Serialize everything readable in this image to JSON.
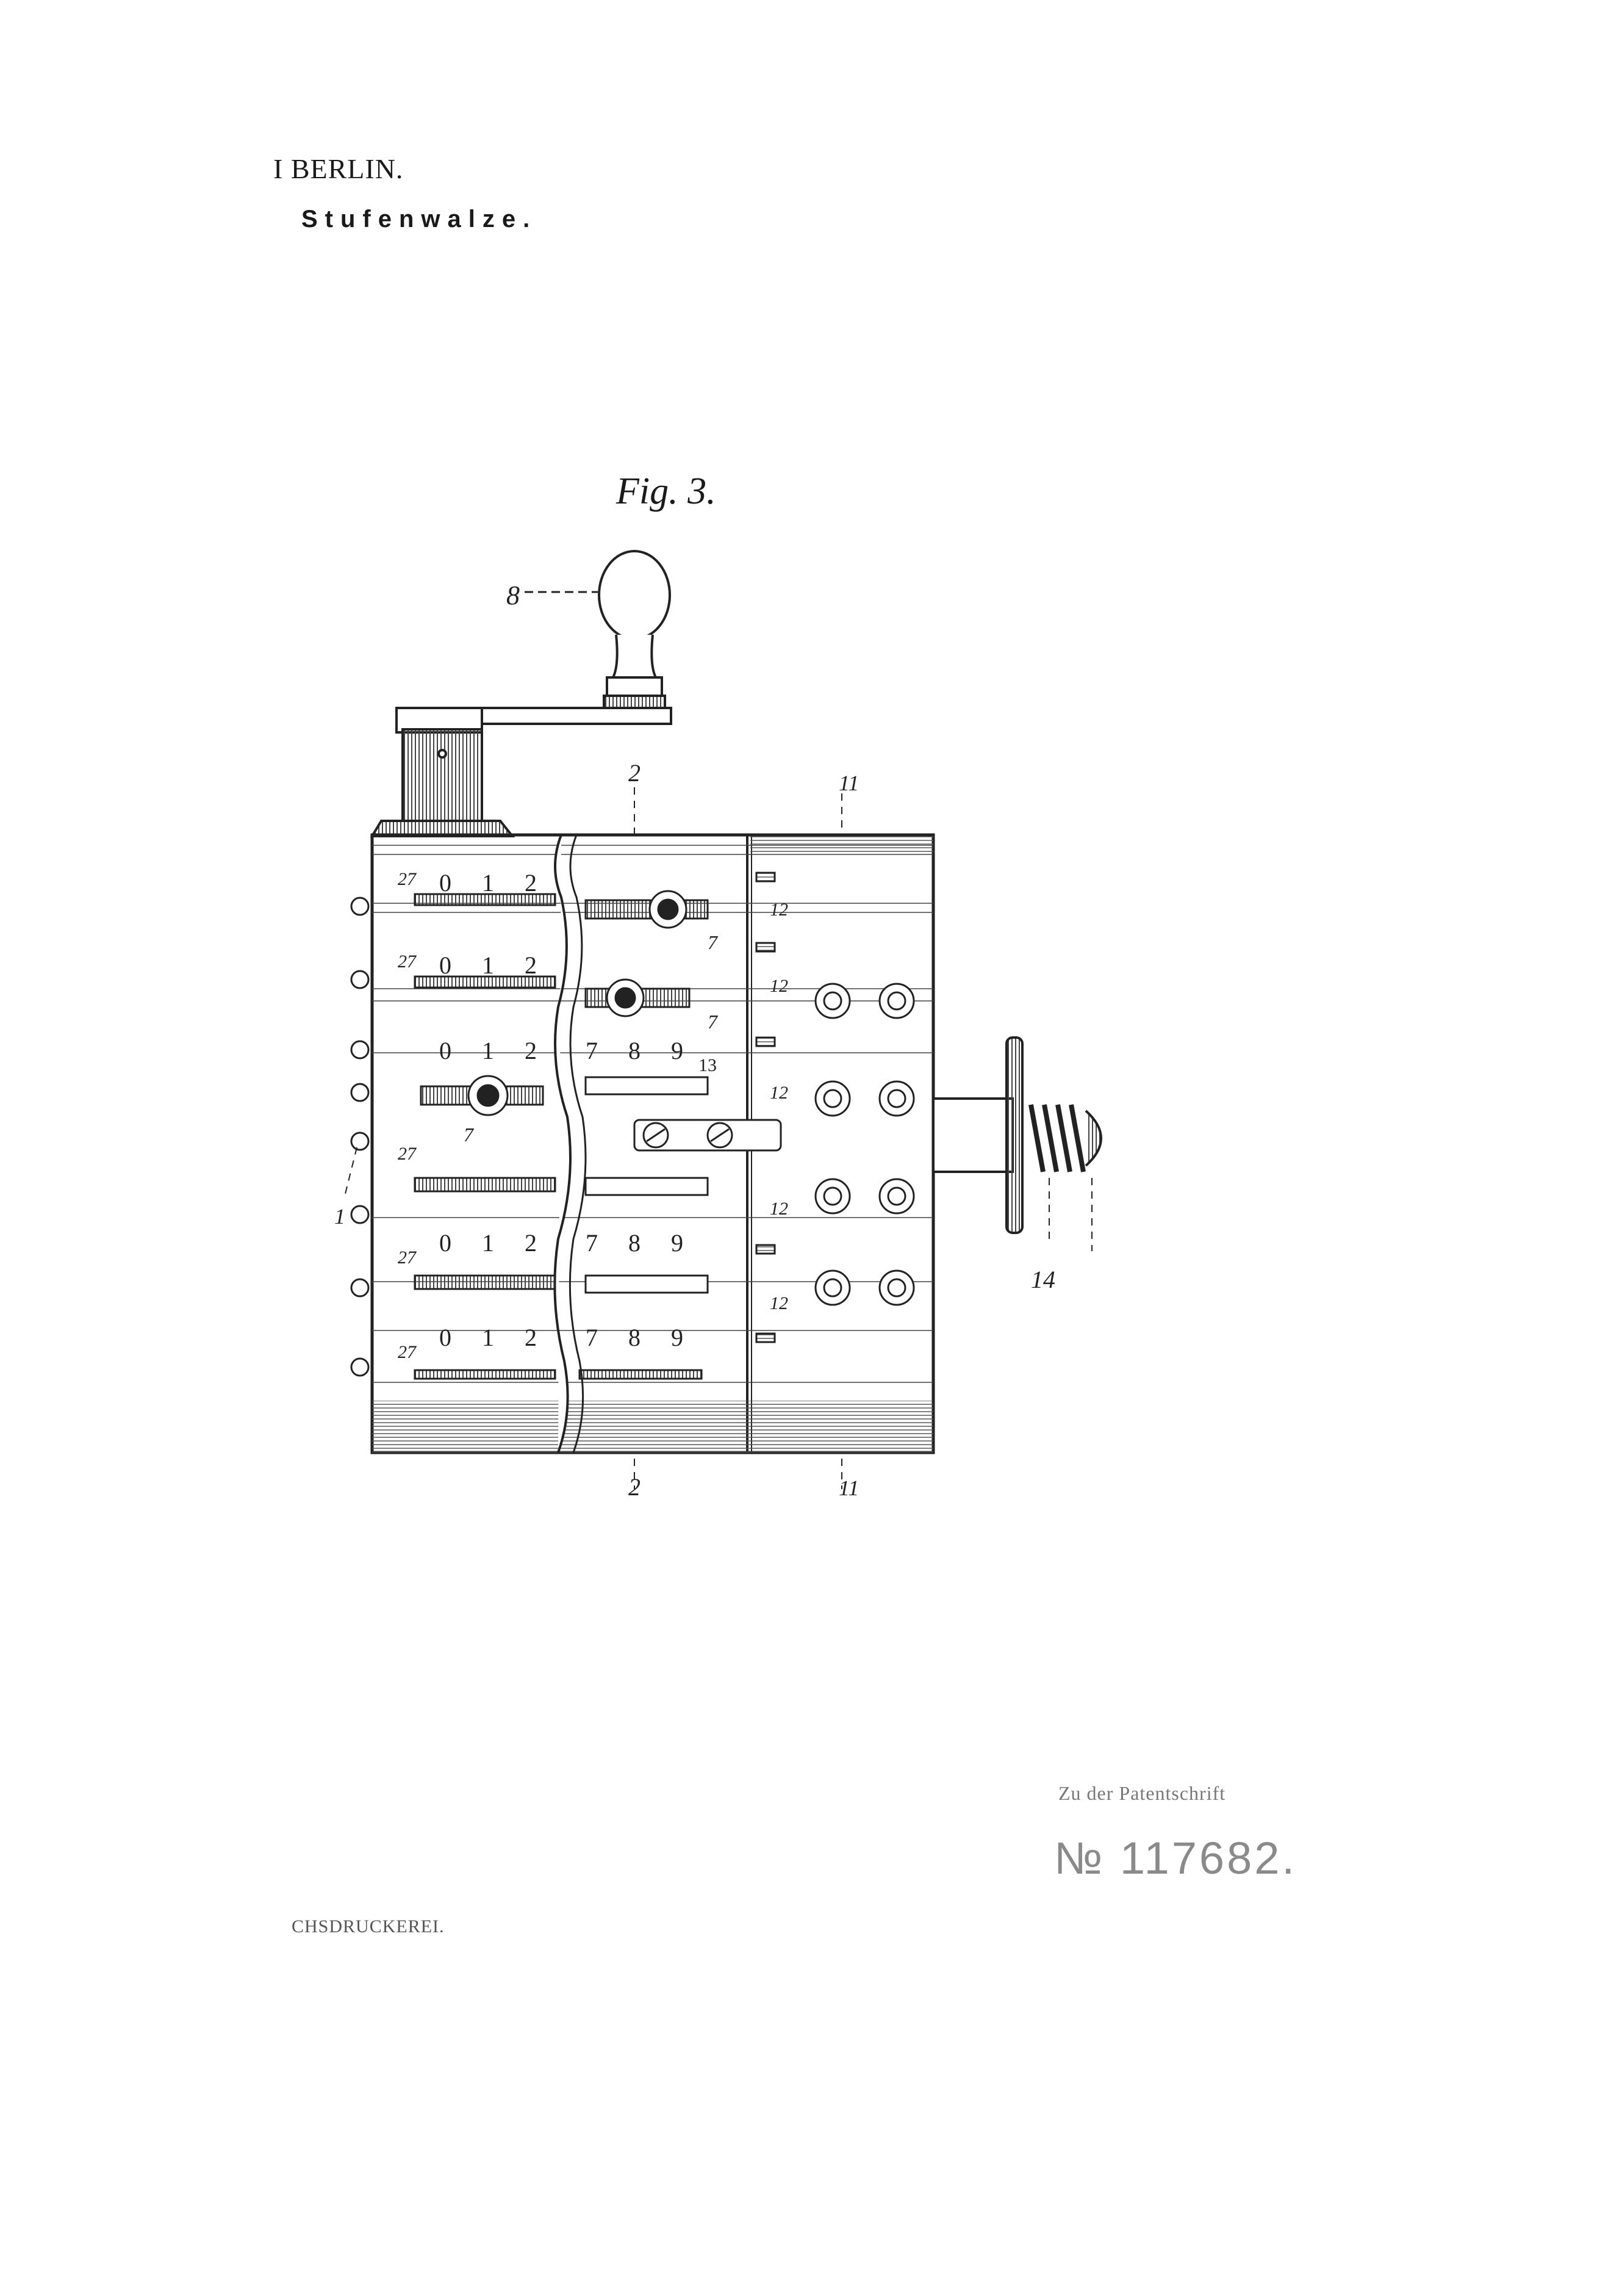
{
  "header": {
    "city": "I BERLIN.",
    "title": "Stufenwalze."
  },
  "figure": {
    "caption": "Fig. 3.",
    "labels": {
      "handle": "8",
      "left_roller": "1",
      "section_2_top": "2",
      "section_2_bottom": "2",
      "section_11_top": "11",
      "section_11_bottom": "11",
      "slot_label": "27",
      "stop": "12",
      "plate": "13",
      "spring": "14",
      "slider": "7"
    },
    "digits_left": [
      "0",
      "1",
      "2"
    ],
    "digits_right": [
      "7",
      "8",
      "9"
    ]
  },
  "footer": {
    "patent_ref": "Zu der Patentschrift",
    "patent_number": "№ 117682.",
    "printer": "CHSDRUCKEREI."
  }
}
